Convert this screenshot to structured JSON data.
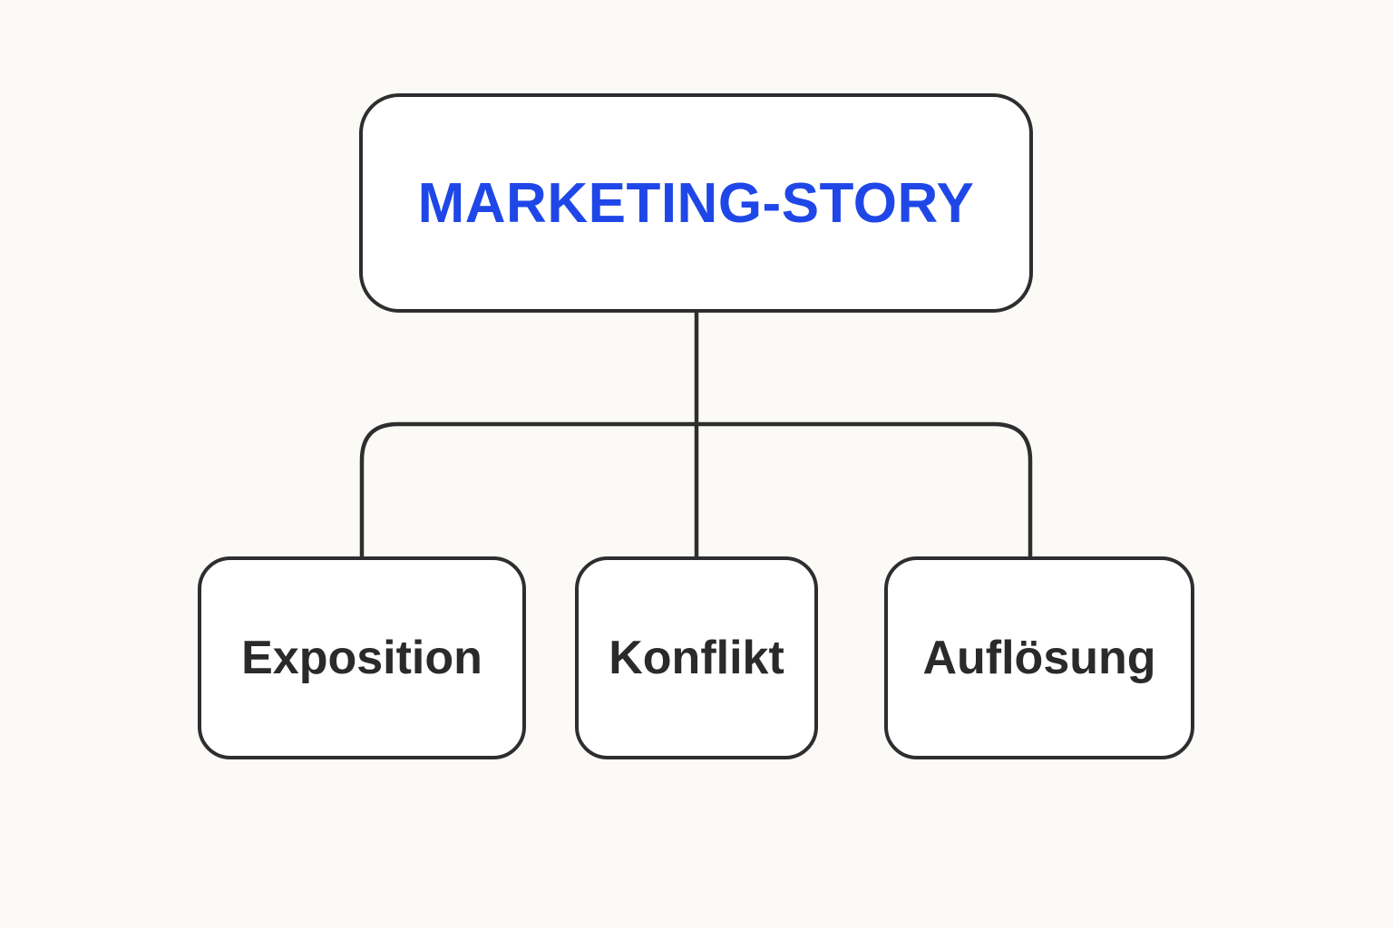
{
  "diagram": {
    "root": {
      "label": "MARKETING-STORY",
      "color": "#1f47e8"
    },
    "children": [
      {
        "label": "Exposition"
      },
      {
        "label": "Konflikt"
      },
      {
        "label": "Auflösung"
      }
    ],
    "line_color": "#2e2e30",
    "background": "#fbfaf6"
  }
}
